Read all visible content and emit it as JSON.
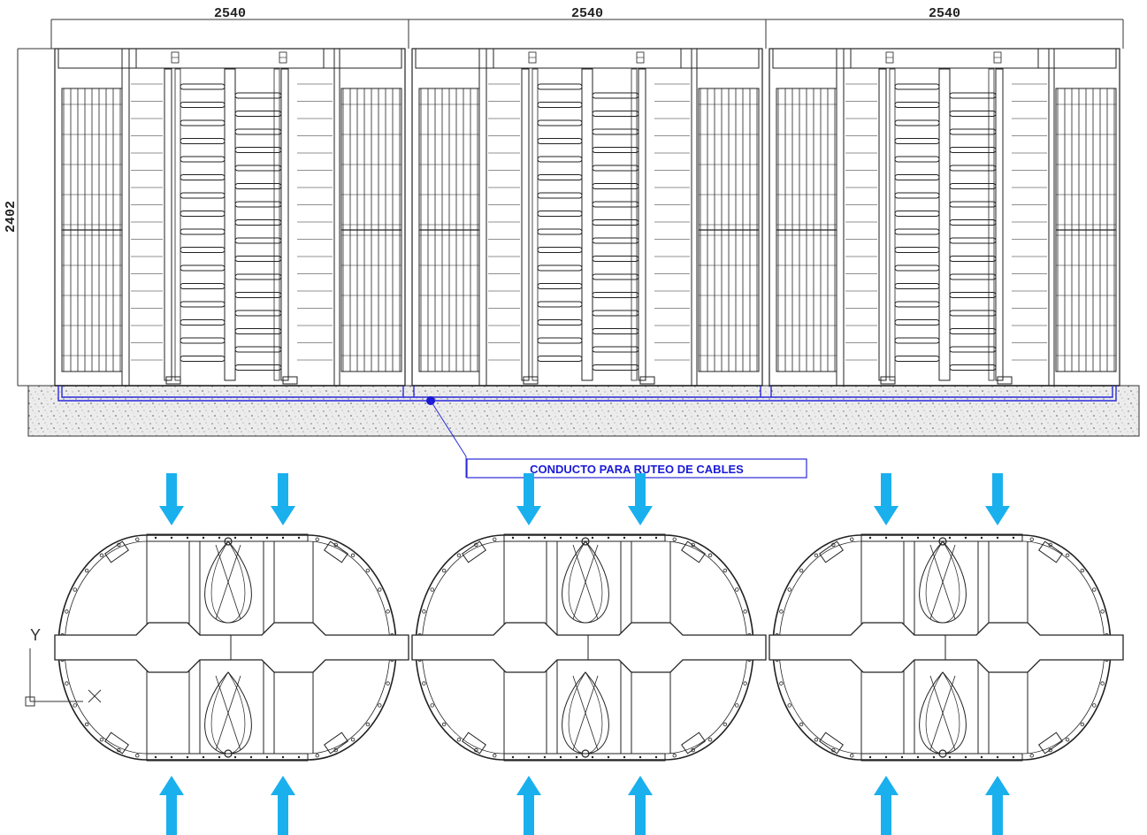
{
  "dimensions": {
    "module_widths": [
      "2540",
      "2540",
      "2540"
    ],
    "height": "2402"
  },
  "callout": {
    "label": "CONDUCTO PARA RUTEO DE CABLES"
  },
  "ucs": {
    "x_label": "X",
    "y_label": "Y"
  },
  "modules": [
    {
      "id": "module-1"
    },
    {
      "id": "module-2"
    },
    {
      "id": "module-3"
    }
  ],
  "colors": {
    "line": "#222222",
    "conduit": "#2a2ad8",
    "arrow": "#1ab0ee",
    "concrete": "#e6e6e6"
  }
}
